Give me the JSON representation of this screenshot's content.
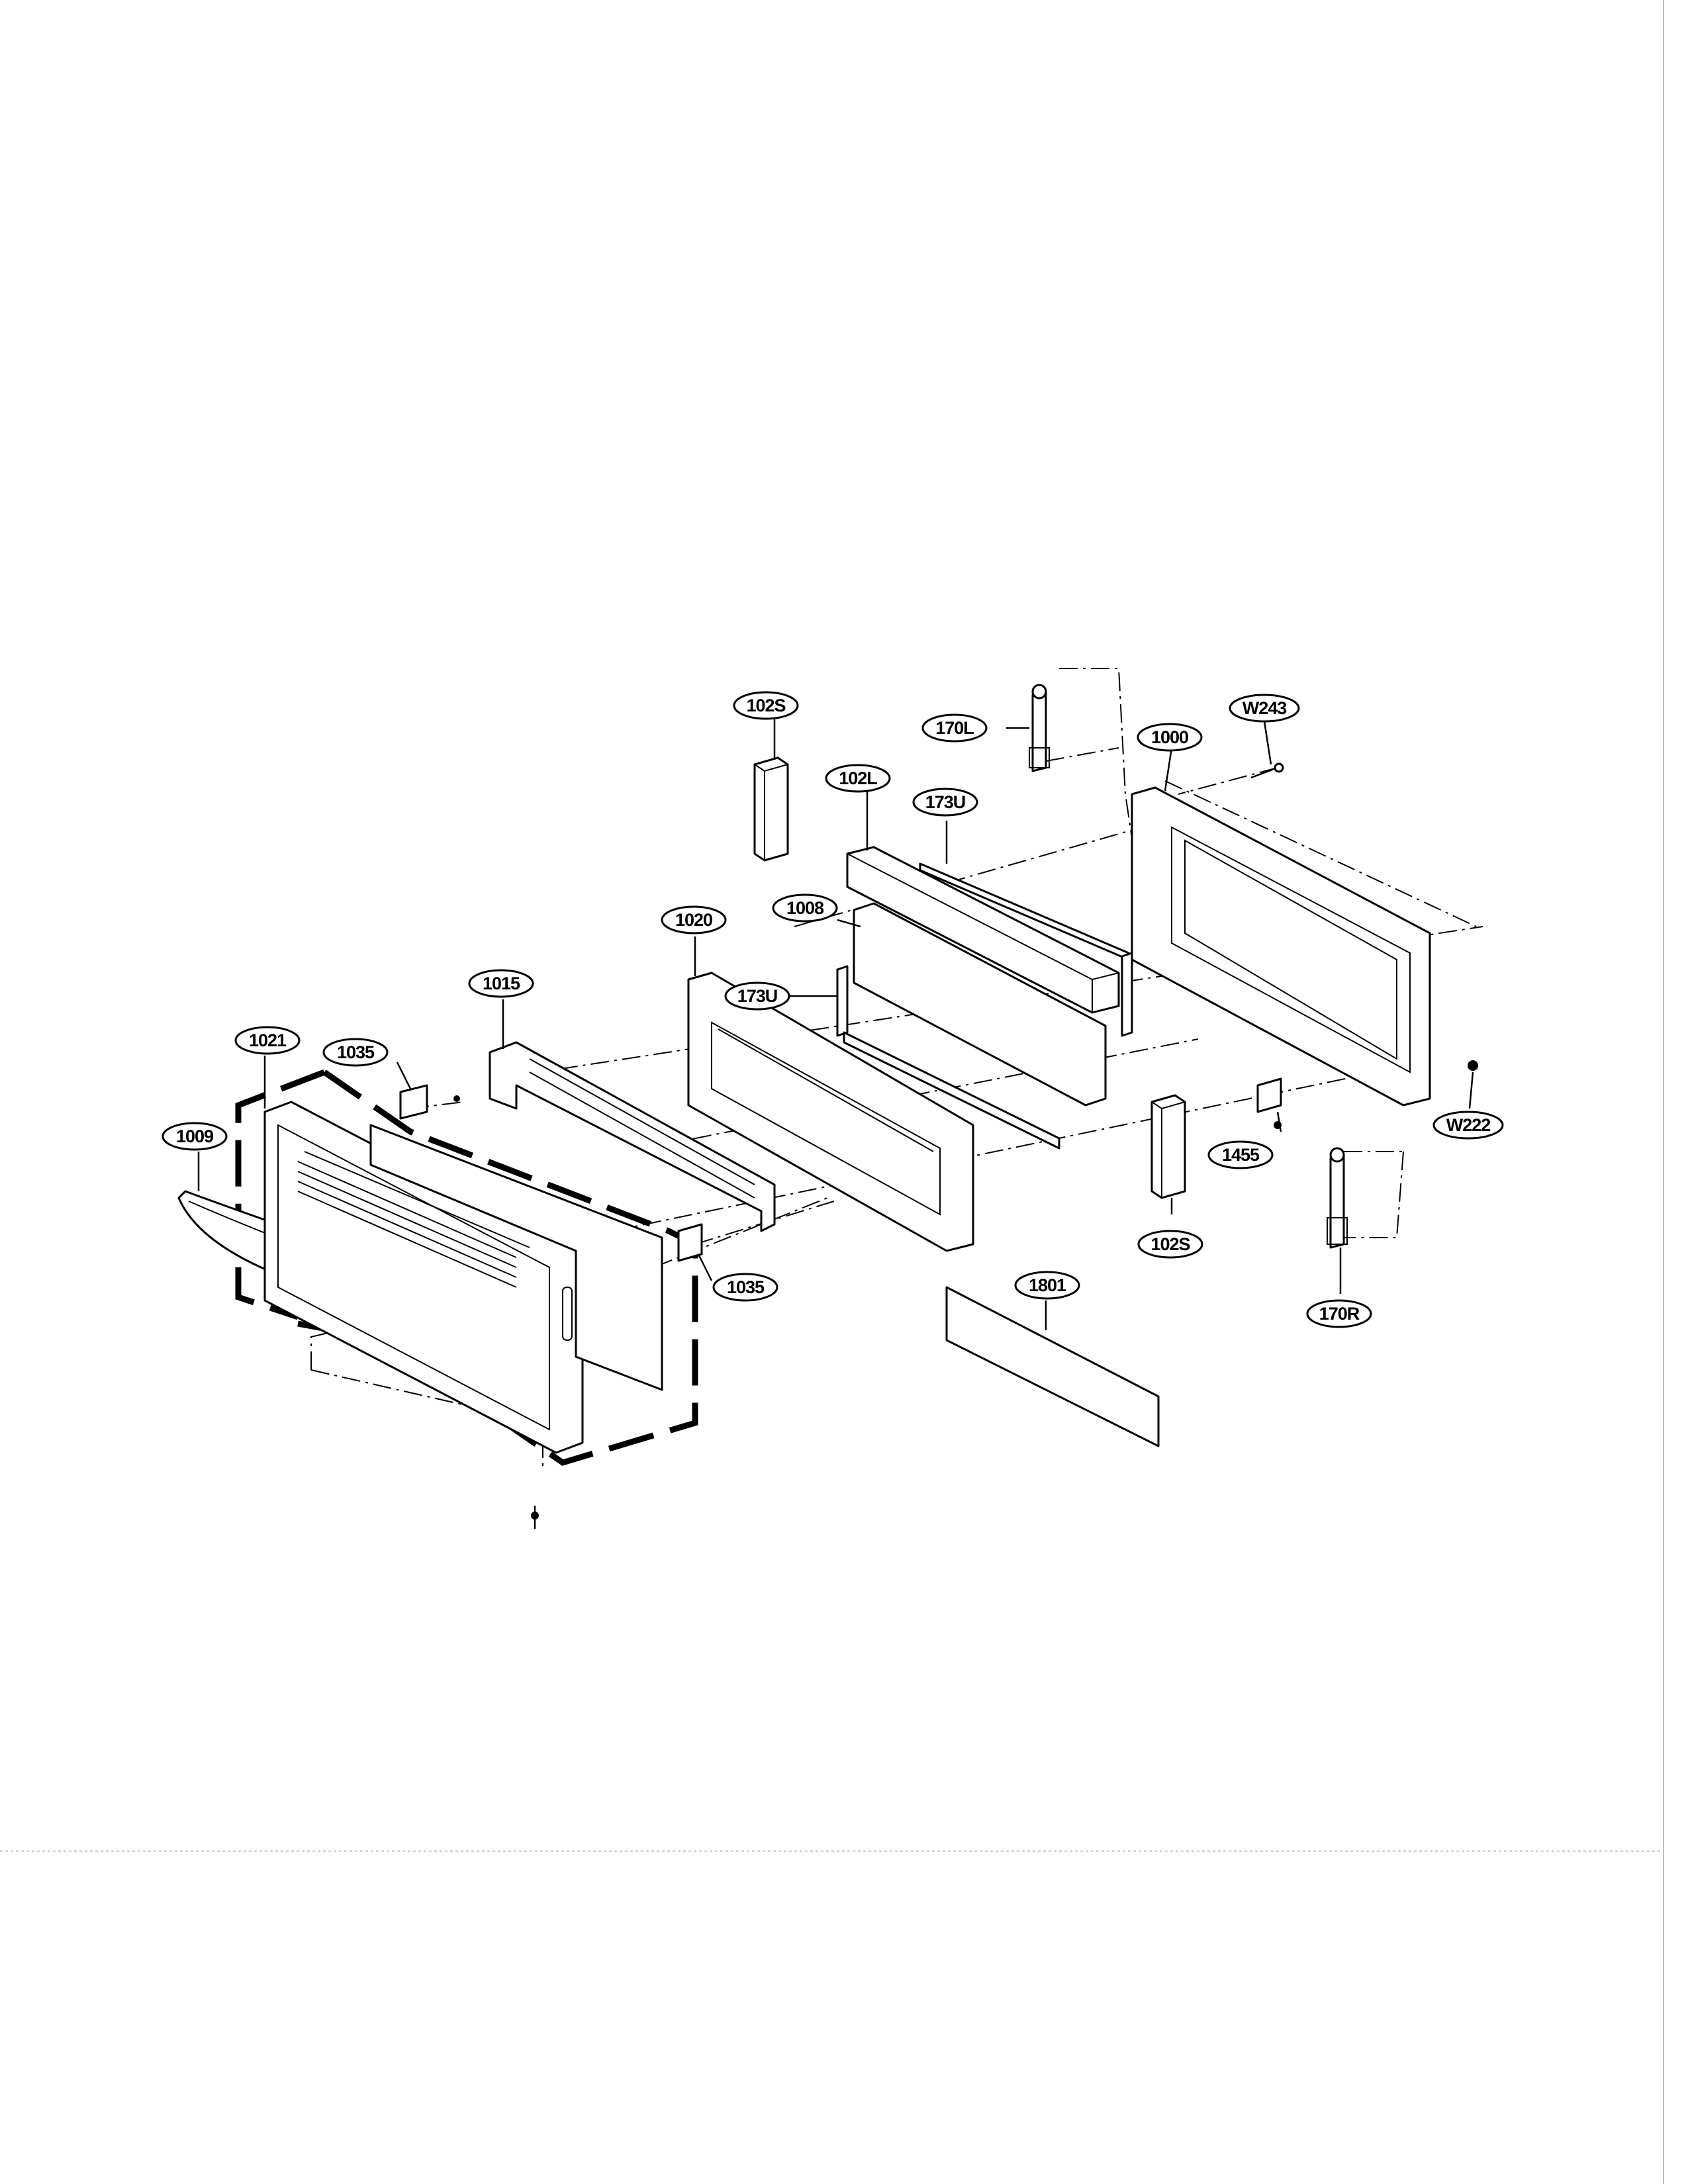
{
  "callouts": [
    {
      "id": "c-102s-top",
      "text": "102S"
    },
    {
      "id": "c-170l",
      "text": "170L"
    },
    {
      "id": "c-1000",
      "text": "1000"
    },
    {
      "id": "c-w243",
      "text": "W243"
    },
    {
      "id": "c-102l",
      "text": "102L"
    },
    {
      "id": "c-173u-top",
      "text": "173U"
    },
    {
      "id": "c-1020",
      "text": "1020"
    },
    {
      "id": "c-1008",
      "text": "1008"
    },
    {
      "id": "c-1015",
      "text": "1015"
    },
    {
      "id": "c-173u-mid",
      "text": "173U"
    },
    {
      "id": "c-1021",
      "text": "1021"
    },
    {
      "id": "c-1035-top",
      "text": "1035"
    },
    {
      "id": "c-1009",
      "text": "1009"
    },
    {
      "id": "c-1035-bot",
      "text": "1035"
    },
    {
      "id": "c-1455",
      "text": "1455"
    },
    {
      "id": "c-w222",
      "text": "W222"
    },
    {
      "id": "c-102s-bot",
      "text": "102S"
    },
    {
      "id": "c-1801",
      "text": "1801"
    },
    {
      "id": "c-170r",
      "text": "170R"
    }
  ]
}
